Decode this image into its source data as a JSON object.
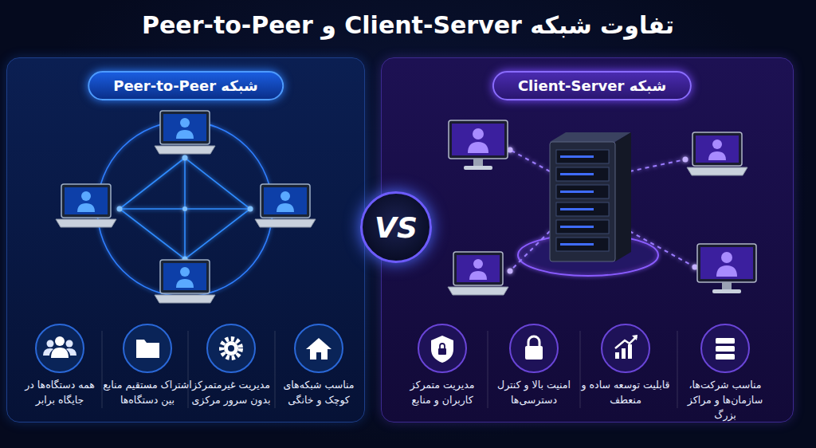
{
  "diagram": {
    "title": "تفاوت شبکه Client-Server و Peer-to-Peer",
    "nodes": [
      {
        "text": [
          "شبکه Client-Server"
        ]
      },
      {
        "text": [
          "VS"
        ]
      },
      {
        "text": [
          "شبکه Peer-to-Peer"
        ]
      }
    ],
    "labels": [
      "مناسب شرکت‌ها، سازمان‌ها و مراکز بزرگ",
      "قابلیت توسعه ساده و منعطف",
      "امنیت بالا و کنترل دسترسی‌ها",
      "مدیریت متمرکز کاربران و منابع",
      "مناسب شبکه‌های کوچک و خانگی",
      "مدیریت غیرمتمرکز بدون سرور مرکزی",
      "اشتراک مستقیم منابع بین دستگاه‌ها",
      "همه دستگاه‌ها در جایگاه برابر"
    ]
  }
}
